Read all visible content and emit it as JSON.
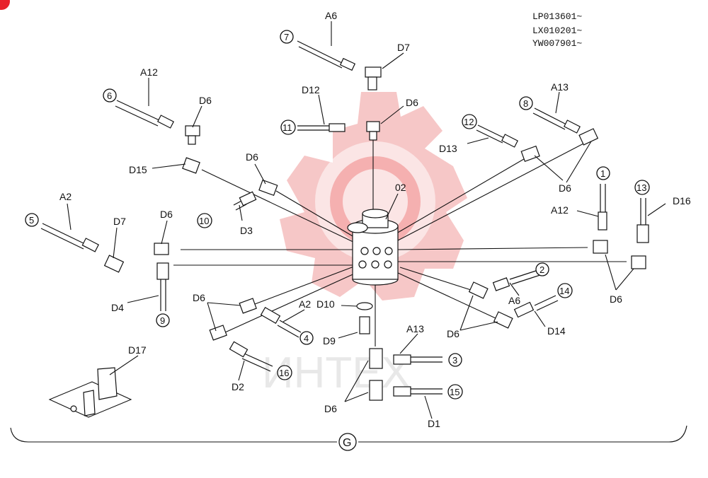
{
  "serials": [
    "LP013601~",
    "LX010201~",
    "YW007901~"
  ],
  "watermark": "ИНТЕХ",
  "group_label": "G",
  "center_label": "02",
  "callouts": [
    "1",
    "2",
    "3",
    "4",
    "5",
    "6",
    "7",
    "8",
    "9",
    "10",
    "11",
    "12",
    "13",
    "14",
    "15",
    "16"
  ],
  "labels": {
    "a6_top": "A6",
    "d7_top": "D7",
    "a12_left": "A12",
    "d6_left": "D6",
    "d12": "D12",
    "d6_top": "D6",
    "d13": "D13",
    "a13_right": "A13",
    "d15": "D15",
    "d6_mid": "D6",
    "d6_right_top": "D6",
    "a2_left": "A2",
    "d7_left": "D7",
    "d6_left2": "D6",
    "d3": "D3",
    "a12_right": "A12",
    "d16": "D16",
    "d4": "D4",
    "a6_right": "A6",
    "d6_right": "D6",
    "d6_lower_left": "D6",
    "a2_mid": "A2",
    "d10": "D10",
    "d9": "D9",
    "d6_lower_mid": "D6",
    "d14": "D14",
    "a13_bottom": "A13",
    "d2": "D2",
    "d6_bottom": "D6",
    "d1": "D1",
    "d17": "D17"
  },
  "colors": {
    "line": "#111111",
    "watermark": "#f4b2b2",
    "accent": "#e8222b"
  }
}
